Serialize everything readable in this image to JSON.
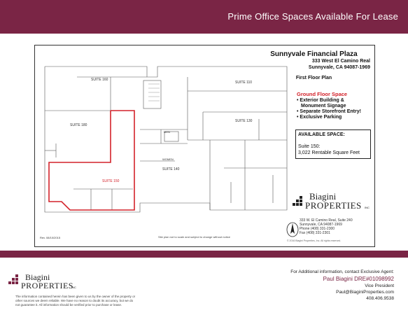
{
  "header": {
    "title": "Prime Office Spaces Available For Lease"
  },
  "plan": {
    "building_name": "Sunnyvale Financial Plaza",
    "address_line1": "333 West El Camino Real",
    "address_line2": "Sunnyvale, CA 94087-1969",
    "floor_title": "First Floor Plan",
    "suites": {
      "s160": "SUITE 160",
      "s110": "SUITE 110",
      "s180": "SUITE 180",
      "s130": "SUITE 130",
      "s140": "SUITE 140",
      "s150": "SUITE 150",
      "mens": "MEN",
      "womens": "WOMEN"
    },
    "ground_floor": {
      "heading": "Ground Floor Space",
      "bullets": [
        "• Exterior Building &",
        "  Monument Signage",
        "• Separate Storefront Entry!",
        "• Exclusive Parking"
      ]
    },
    "available": {
      "title": "AVAILABLE SPACE:",
      "suite": "Suite 150:",
      "size": "3,022 Rentable Square Feet"
    },
    "logo_top": "Biagini",
    "logo_bottom": "Properties",
    "logo_inc": "INC",
    "company_address": [
      "333 W. El Camino Real, Suite 240",
      "Sunnyvale, CA 94087-1969",
      "Phone (408) 331-2300",
      "Fax (408) 331-2301"
    ],
    "copyright": "© 2016 Biagini Properties, Inc.  All rights reserved.",
    "rev": "Rev. 08/10/2015",
    "scale_note": "Site plan not to scale and subject to change without notice"
  },
  "footer": {
    "logo_top": "Biagini",
    "logo_bottom": "Properties",
    "logo_inc": "INC",
    "disclaimer": "The information contained herein has been given to us by the owner of the property or other sources we deem reliable. We have no reason to doubt its accuracy, but we do not guarantee it. All information should be verified prior to purchase or lease.",
    "contact_intro": "For Additional information, contact Exclusive Agent:",
    "agent_name": "Paul Biagini DRE#01098992",
    "agent_title": "Vice President",
    "agent_email": "Paul@BiaginiProperties.com",
    "agent_phone": "408.406.9538"
  },
  "colors": {
    "brand": "#7a2545",
    "highlight": "#d3222a"
  }
}
